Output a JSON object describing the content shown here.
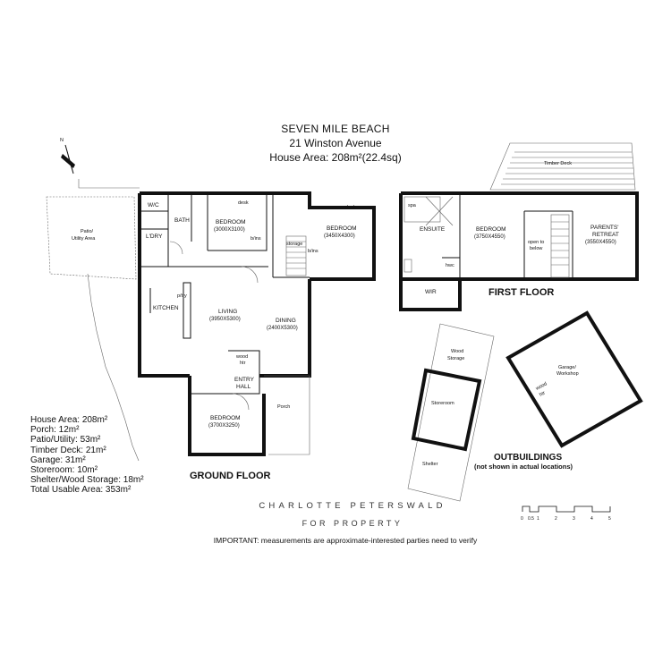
{
  "header": {
    "title": "SEVEN MILE BEACH",
    "address": "21 Winston Avenue",
    "house_area": "House Area: 208m²(22.4sq)"
  },
  "compass_label": "N",
  "ground_floor": {
    "title": "GROUND FLOOR",
    "rooms": {
      "patio": "Patio/",
      "patio2": "Utility Area",
      "wc": "W/C",
      "bath": "BATH",
      "ldry": "L'DRY",
      "bed1": "BEDROOM",
      "bed1_dim": "(3000X3100)",
      "desk1": "desk",
      "blins1": "b/ins",
      "bed2": "BEDROOM",
      "bed2_dim": "(3450X4300)",
      "desk2": "desk",
      "storage": "storage",
      "blins2": "b/ins",
      "ptry": "p/try",
      "kitchen": "KITCHEN",
      "living": "LIVING",
      "living_dim": "(3950X5300)",
      "dining": "DINING",
      "dining_dim": "(2400X5300)",
      "woodhtr": "wood",
      "woodhtr2": "htr",
      "entry": "ENTRY",
      "entry2": "HALL",
      "porch": "Porch",
      "bed3": "BEDROOM",
      "bed3_dim": "(3700X3250)"
    }
  },
  "first_floor": {
    "title": "FIRST FLOOR",
    "deck": "Timber Deck",
    "rooms": {
      "spa": "spa",
      "ensuite": "ENSUITE",
      "hwc": "hwc",
      "wir": "WIR",
      "bed": "BEDROOM",
      "bed_dim": "(3750X4550)",
      "open": "open to",
      "open2": "below",
      "parents": "PARENTS'",
      "parents2": "RETREAT",
      "parents_dim": "(3550X4550)"
    }
  },
  "outbuildings": {
    "title": "OUTBUILDINGS",
    "subtitle": "(not shown in actual locations)",
    "wood_storage": "Wood",
    "wood_storage2": "Storage",
    "storeroom": "Storeroom",
    "shelter": "Shelter",
    "garage": "Garage/",
    "garage2": "Workshop",
    "garage_htr": "wood",
    "garage_htr2": "htr"
  },
  "areas": [
    "House Area: 208m²",
    "Porch: 12m²",
    "Patio/Utility: 53m²",
    "Timber Deck: 21m²",
    "Garage: 31m²",
    "Storeroom: 10m²",
    "Shelter/Wood Storage: 18m²",
    "Total Usable Area: 353m²"
  ],
  "brand": {
    "line1": "CHARLOTTE PETERSWALD",
    "line2": "FOR PROPERTY"
  },
  "important": "IMPORTANT: measurements are approximate-interested parties need to verify",
  "scale_labels": [
    "0",
    "0.5",
    "1",
    "2",
    "3",
    "4",
    "5"
  ]
}
